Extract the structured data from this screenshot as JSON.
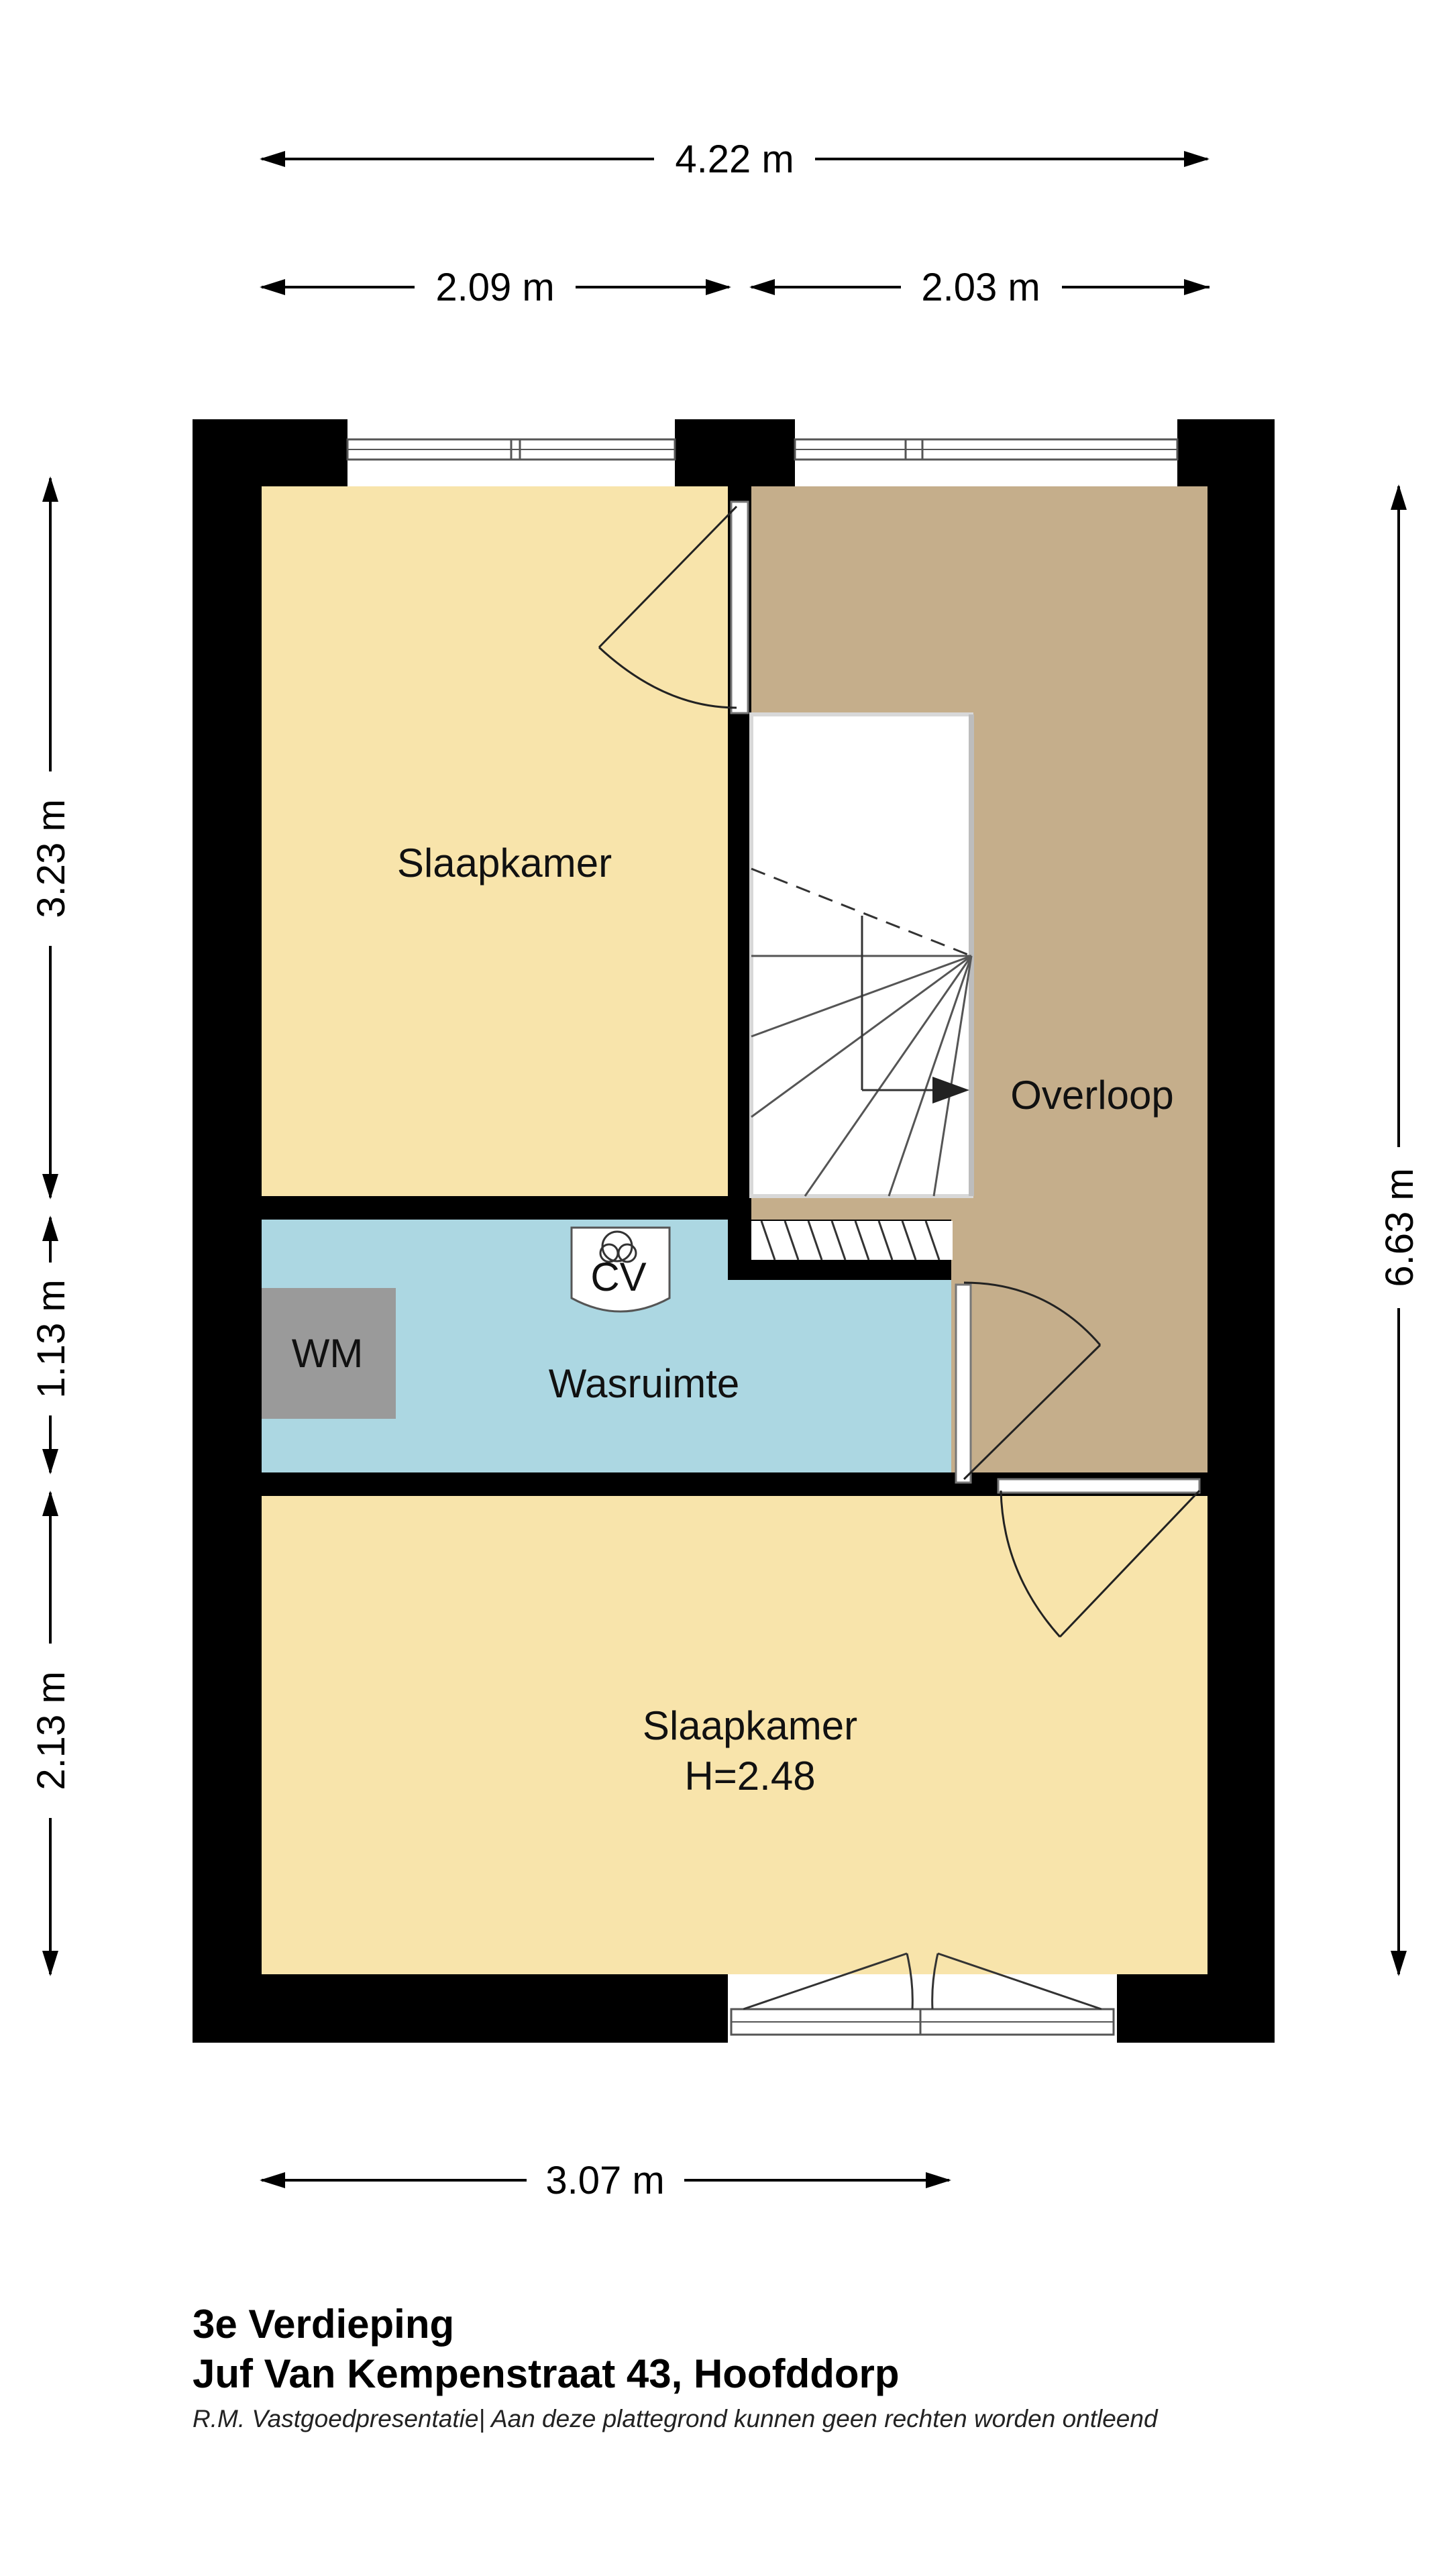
{
  "dimensions": {
    "top_total": "4.22 m",
    "top_left": "2.09 m",
    "top_right": "2.03 m",
    "left_upper": "3.23 m",
    "left_middle": "1.13 m",
    "left_lower": "2.13 m",
    "right_total": "6.63 m",
    "bottom": "3.07 m"
  },
  "rooms": {
    "bedroom_top": "Slaapkamer",
    "landing": "Overloop",
    "laundry": "Wasruimte",
    "washing_machine": "WM",
    "boiler": "CV",
    "bedroom_bottom": "Slaapkamer",
    "bedroom_bottom_height": "H=2.48"
  },
  "footer": {
    "floor": "3e Verdieping",
    "address": "Juf Van Kempenstraat 43, Hoofddorp",
    "disclaimer": "R.M. Vastgoedpresentatie| Aan deze plattegrond kunnen geen rechten worden ontleend"
  },
  "colors": {
    "wall": "#000000",
    "bedroom": "#f8e4ab",
    "landing": "#c5ae8b",
    "laundry": "#acd7e2",
    "washing_machine": "#9a9a9a"
  }
}
